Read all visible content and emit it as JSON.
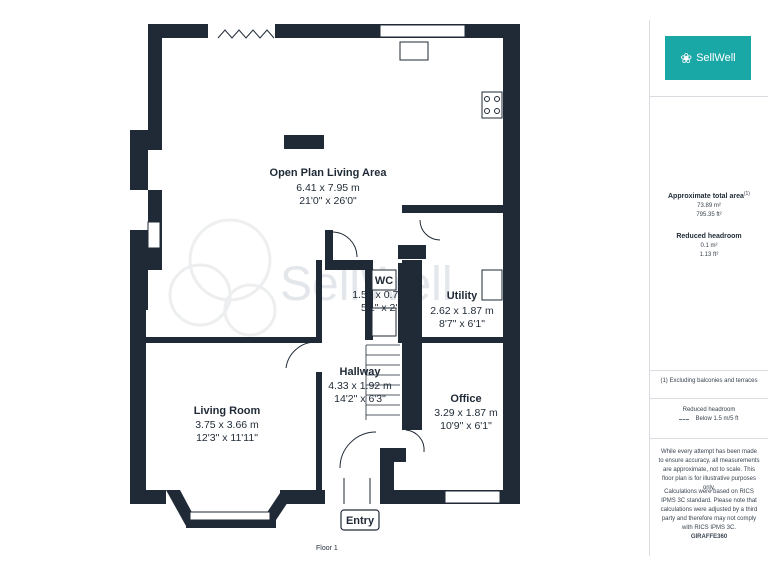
{
  "rooms": [
    {
      "name": "Open Plan Living Area",
      "metric": "6.41 x 7.95 m",
      "imperial": "21'0\" x 26'0\""
    },
    {
      "name": "WC",
      "metric": "1.57 x 0.77 m",
      "imperial": "5'1\" x 2'6\""
    },
    {
      "name": "Utility",
      "metric": "2.62 x 1.87 m",
      "imperial": "8'7\" x 6'1\""
    },
    {
      "name": "Hallway",
      "metric": "4.33 x 1.92 m",
      "imperial": "14'2\" x 6'3\""
    },
    {
      "name": "Office",
      "metric": "3.29 x 1.87 m",
      "imperial": "10'9\" x 6'1\""
    },
    {
      "name": "Living Room",
      "metric": "3.75 x 3.66 m",
      "imperial": "12'3\" x 11'11\""
    },
    {
      "name": "Entry",
      "metric": "",
      "imperial": ""
    }
  ],
  "floor_label": "Floor 1",
  "watermark": "SellWell",
  "panel": {
    "brand": "SellWell",
    "area_title": "Approximate total area",
    "area_note_marker": "(1)",
    "area_m2": "73.89 m²",
    "area_ft2": "795.35 ft²",
    "headroom_title": "Reduced headroom",
    "headroom_m2": "0.1 m²",
    "headroom_ft2": "1.13 ft²",
    "footnote": "(1) Excluding balconies and terraces",
    "legend_title": "Reduced headroom",
    "legend_text": "Below 1.5 m/5 ft",
    "disclaimer": "While every attempt has been made to ensure accuracy, all measurements are approximate, not to scale. This floor plan is for illustrative purposes only.",
    "calculations": "Calculations were based on RICS IPMS 3C standard. Please note that calculations were adjusted by a third party and therefore may not comply with RICS IPMS 3C.",
    "credit": "GIRAFFE360"
  },
  "colors": {
    "wall": "#1f2a36",
    "accent": "#1aa8a7"
  }
}
